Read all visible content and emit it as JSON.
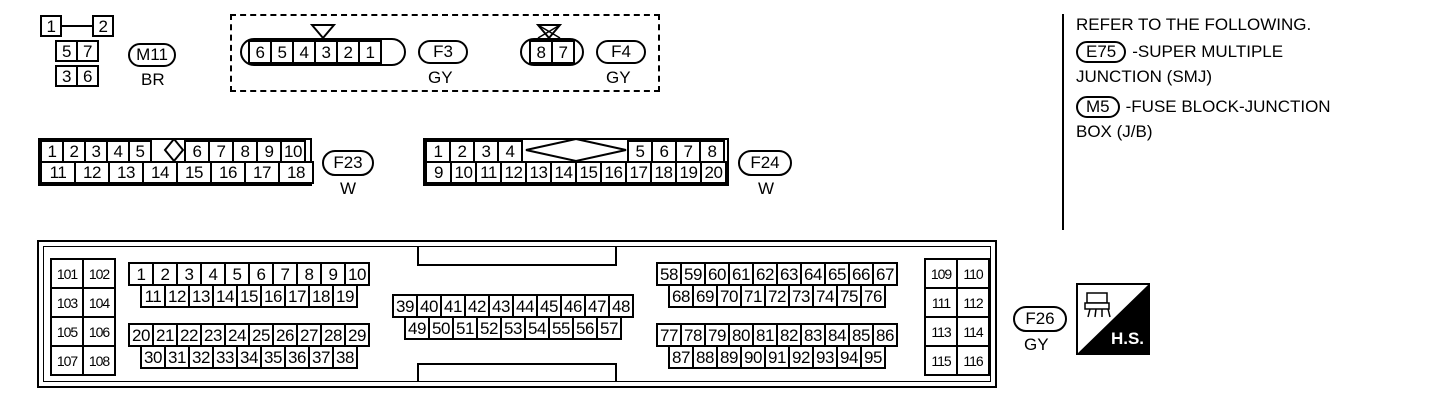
{
  "connectors": {
    "m11": {
      "label": "M11",
      "color": "BR",
      "pins": [
        "1",
        "2",
        "5",
        "7",
        "3",
        "6"
      ]
    },
    "f3": {
      "label": "F3",
      "color": "GY",
      "pins": [
        "6",
        "5",
        "4",
        "3",
        "2",
        "1"
      ]
    },
    "f4": {
      "label": "F4",
      "color": "GY",
      "pins": [
        "8",
        "7"
      ]
    },
    "f23": {
      "label": "F23",
      "color": "W",
      "row1": [
        "1",
        "2",
        "3",
        "4",
        "5",
        "6",
        "7",
        "8",
        "9",
        "10"
      ],
      "row2": [
        "11",
        "12",
        "13",
        "14",
        "15",
        "16",
        "17",
        "18"
      ]
    },
    "f24": {
      "label": "F24",
      "color": "W",
      "row1": [
        "1",
        "2",
        "3",
        "4",
        "5",
        "6",
        "7",
        "8"
      ],
      "row2": [
        "9",
        "10",
        "11",
        "12",
        "13",
        "14",
        "15",
        "16",
        "17",
        "18",
        "19",
        "20"
      ]
    },
    "f26": {
      "label": "F26",
      "color": "GY",
      "left": [
        "101",
        "102",
        "103",
        "104",
        "105",
        "106",
        "107",
        "108"
      ],
      "right": [
        "109",
        "110",
        "111",
        "112",
        "113",
        "114",
        "115",
        "116"
      ],
      "block1_r1": [
        "1",
        "2",
        "3",
        "4",
        "5",
        "6",
        "7",
        "8",
        "9",
        "10"
      ],
      "block1_r2": [
        "11",
        "12",
        "13",
        "14",
        "15",
        "16",
        "17",
        "18",
        "19"
      ],
      "block2_r1": [
        "20",
        "21",
        "22",
        "23",
        "24",
        "25",
        "26",
        "27",
        "28",
        "29"
      ],
      "block2_r2": [
        "30",
        "31",
        "32",
        "33",
        "34",
        "35",
        "36",
        "37",
        "38"
      ],
      "center_r1": [
        "39",
        "40",
        "41",
        "42",
        "43",
        "44",
        "45",
        "46",
        "47",
        "48"
      ],
      "center_r2": [
        "49",
        "50",
        "51",
        "52",
        "53",
        "54",
        "55",
        "56",
        "57"
      ],
      "block3_r1": [
        "58",
        "59",
        "60",
        "61",
        "62",
        "63",
        "64",
        "65",
        "66",
        "67"
      ],
      "block3_r2": [
        "68",
        "69",
        "70",
        "71",
        "72",
        "73",
        "74",
        "75",
        "76"
      ],
      "block4_r1": [
        "77",
        "78",
        "79",
        "80",
        "81",
        "82",
        "83",
        "84",
        "85",
        "86"
      ],
      "block4_r2": [
        "87",
        "88",
        "89",
        "90",
        "91",
        "92",
        "93",
        "94",
        "95"
      ]
    }
  },
  "reference": {
    "heading": "REFER TO THE FOLLOWING.",
    "item1_code": "E75",
    "item1_text_a": "-SUPER MULTIPLE",
    "item1_text_b": "JUNCTION (SMJ)",
    "item2_code": "M5",
    "item2_text_a": "-FUSE BLOCK-JUNCTION",
    "item2_text_b": "BOX (J/B)"
  },
  "hs_badge": {
    "label": "H.S."
  }
}
